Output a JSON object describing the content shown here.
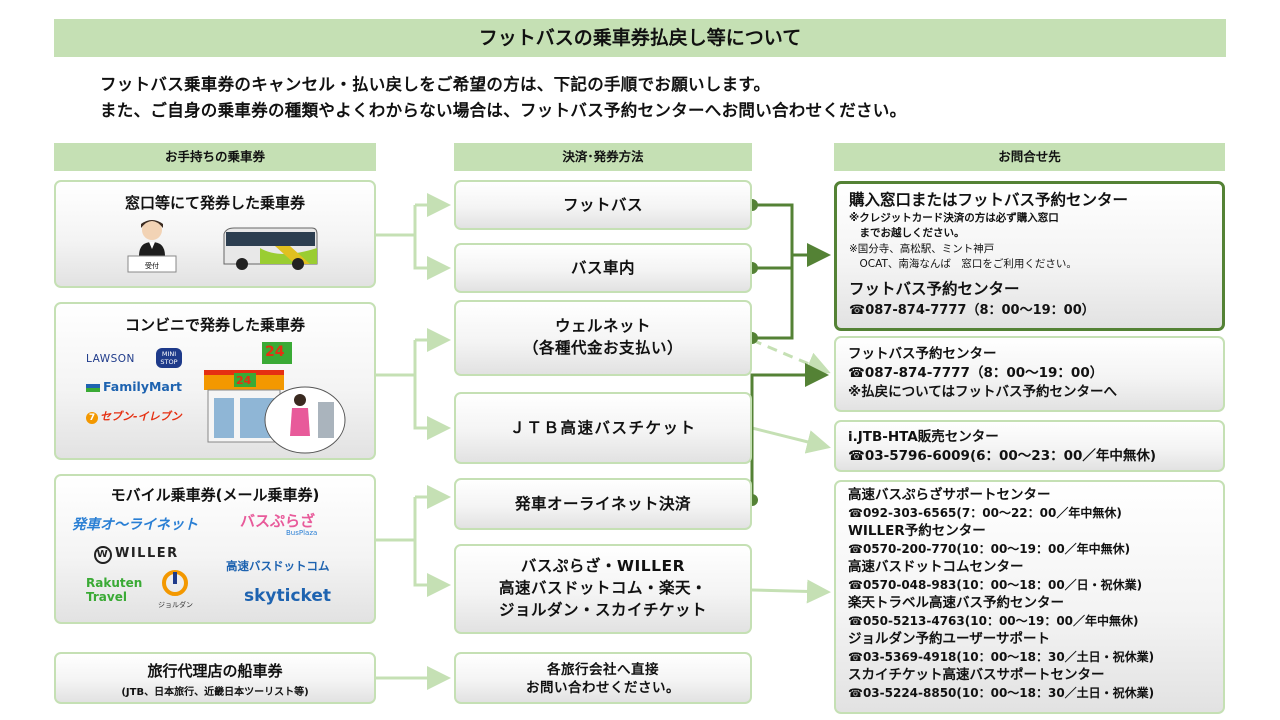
{
  "banner": {
    "title": "フットバスの乗車券払戻し等について"
  },
  "intro": {
    "line1": "フットバス乗車券のキャンセル・払い戻しをご希望の方は、下記の手順でお願いします。",
    "line2": "また、ご自身の乗車券の種類やよくわからない場合は、フットバス予約センターへお問い合わせください。"
  },
  "headers": {
    "tickets": "お手持ちの乗車券",
    "payment": "決済･発券方法",
    "contact": "お問合せ先"
  },
  "tickets": {
    "counter": {
      "title": "窓口等にて発券した乗車券",
      "desk_label": "受付"
    },
    "convenience": {
      "title": "コンビニで発券した乗車券",
      "brands": [
        "LAWSON",
        "MINI STOP",
        "FamilyMart",
        "セブン-イレブン"
      ],
      "store_sign": "24"
    },
    "mobile": {
      "title": "モバイル乗車券(メール乗車券)",
      "brands": [
        "発車オ～ライネット",
        "バスぷらざ",
        "BusPlaza",
        "WILLER",
        "高速バスドットコム",
        "Rakuten",
        "Travel",
        "ジョルダン",
        "skyticket"
      ]
    },
    "agency": {
      "title": "旅行代理店の船車券",
      "sub": "(JTB、日本旅行、近畿日本ツーリスト等)"
    }
  },
  "payment": {
    "footbus": "フットバス",
    "onboard": "バス車内",
    "wellnet_line1": "ウェルネット",
    "wellnet_line2": "（各種代金お支払い）",
    "jtb": "ＪＴＢ高速バスチケット",
    "hassha": "発車オーライネット決済",
    "busplaza_line1": "バスぷらざ・WILLER",
    "busplaza_line2": "高速バスドットコム・楽天・",
    "busplaza_line3": "ジョルダン・スカイチケット",
    "agency_line1": "各旅行会社へ直接",
    "agency_line2": "お問い合わせください。"
  },
  "contacts": {
    "primary": {
      "title": "購入窓口またはフットバス予約センター",
      "note1": "※クレジットカード決済の方は必ず購入窓口",
      "note2": "　までお越しください。",
      "note3": "※国分寺、高松駅、ミント神戸",
      "note4": "　OCAT、南海なんば　窓口をご利用ください。",
      "center": "フットバス予約センター",
      "phone": "☎087-874-7777（8：00～19：00）"
    },
    "wellnet": {
      "title": "フットバス予約センター",
      "phone": "☎087-874-7777（8：00～19：00）",
      "note": "※払戻についてはフットバス予約センターへ"
    },
    "jtb": {
      "title": "i.JTB-HTA販売センター",
      "phone": "☎03-5796-6009(6：00～23：00／年中無休)"
    },
    "list": [
      {
        "title": "高速バスぷらざサポートセンター",
        "phone": "☎092-303-6565(7：00～22：00／年中無休)"
      },
      {
        "title": "WILLER予約センター",
        "phone": "☎0570-200-770(10：00～19：00／年中無休)"
      },
      {
        "title": "高速バスドットコムセンター",
        "phone": "☎0570-048-983(10：00～18：00／日・祝休業)"
      },
      {
        "title": "楽天トラベル高速バス予約センター",
        "phone": "☎050-5213-4763(10：00～19：00／年中無休)"
      },
      {
        "title": "ジョルダン予約ユーザーサポート",
        "phone": "☎03-5369-4918(10：00～18：30／土日・祝休業)"
      },
      {
        "title": "スカイチケット高速バスサポートセンター",
        "phone": "☎03-5224-8850(10：00～18：30／土日・祝休業)"
      }
    ]
  },
  "colors": {
    "light_green": "#c5e0b4",
    "dark_green": "#548235",
    "box_grey": "#e2e2e2"
  }
}
